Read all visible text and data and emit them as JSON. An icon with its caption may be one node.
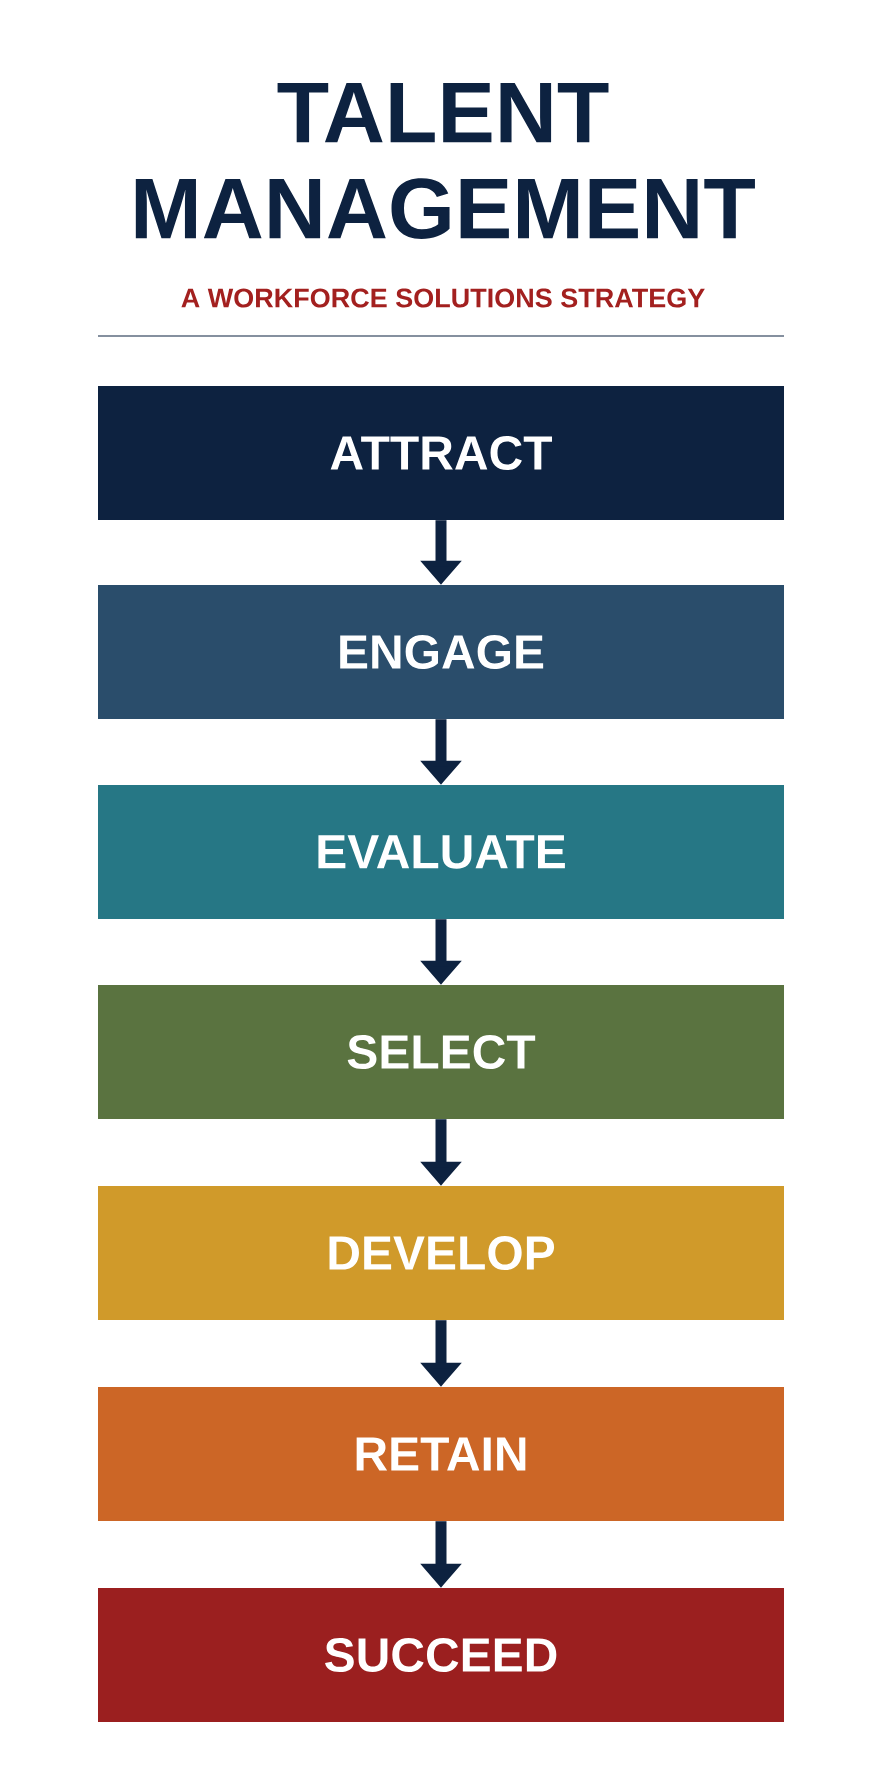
{
  "diagram": {
    "title": "TALENT MANAGEMENT",
    "nodes": [
      {
        "text": [
          "ATTRACT"
        ]
      },
      {
        "text": [
          "ENGAGE"
        ]
      },
      {
        "text": [
          "EVALUATE"
        ]
      },
      {
        "text": [
          "SELECT"
        ]
      },
      {
        "text": [
          "DEVELOP"
        ]
      },
      {
        "text": [
          "RETAIN"
        ]
      },
      {
        "text": [
          "SUCCEED"
        ]
      }
    ],
    "edges": [
      {
        "from": 0,
        "to": 1,
        "arrow": "to"
      },
      {
        "from": 1,
        "to": 2,
        "arrow": "to"
      },
      {
        "from": 2,
        "to": 3,
        "arrow": "to"
      },
      {
        "from": 3,
        "to": 4,
        "arrow": "to"
      },
      {
        "from": 4,
        "to": 5,
        "arrow": "to"
      },
      {
        "from": 5,
        "to": 6,
        "arrow": "to"
      }
    ],
    "labels": [
      "A WORKFORCE SOLUTIONS STRATEGY"
    ]
  }
}
